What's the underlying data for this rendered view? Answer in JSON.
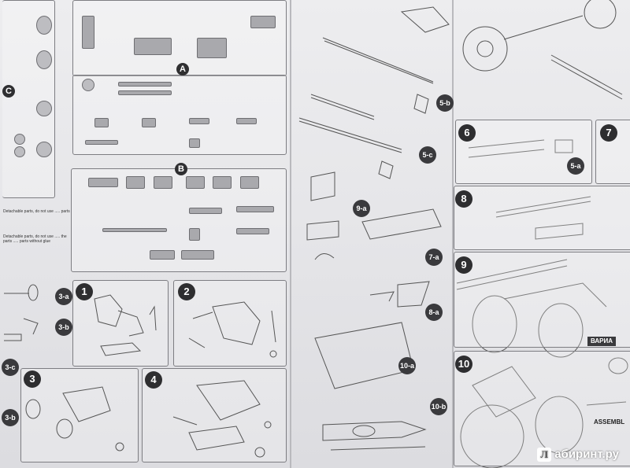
{
  "sprue_letters": [
    "A",
    "B",
    "C"
  ],
  "steps": [
    "1",
    "2",
    "3",
    "4",
    "6",
    "7",
    "8",
    "9",
    "10"
  ],
  "tags": [
    "3-a",
    "3-b",
    "3-c",
    "3-b",
    "5-b",
    "5-c",
    "5-a",
    "9-a",
    "7-a",
    "8-a",
    "10-a",
    "10-b"
  ],
  "notes": [
    "Detachable parts, do not use ..... parts",
    "Detachable parts, do not use ..... the parts ..... parts without glue"
  ],
  "variant_label": "ВАРИА",
  "assembly_label": "ASSEMBL",
  "watermark": {
    "logo": "Л",
    "text": "абиринт.ру"
  }
}
